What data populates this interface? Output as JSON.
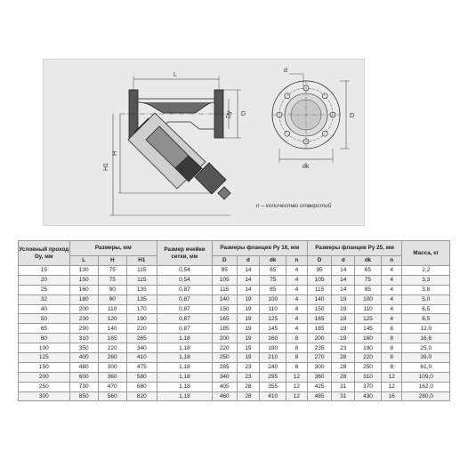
{
  "drawing": {
    "dim_L": "L",
    "dim_H": "H",
    "dim_H1": "H1",
    "dim_D_main": "D",
    "dim_D_y": "Dу",
    "dim_d": "d",
    "dim_D_flange": "D",
    "dim_dk": "dk",
    "note": "n – количество отверстий"
  },
  "table": {
    "headers": {
      "nominal_bore": "Условный проход Dу, мм",
      "dimensions": "Размеры, мм",
      "mesh_cell": "Размер ячейки сетки, мм",
      "flanges_16": "Размеры фланцев Pу 16, мм",
      "flanges_25": "Размеры фланцев Pу 25, мм",
      "mass": "Масса, кг"
    },
    "subheaders": {
      "L": "L",
      "H": "H",
      "H1": "H1",
      "D16": "D",
      "d16": "d",
      "dk16": "dk",
      "n16": "n",
      "D25": "D",
      "d25": "d",
      "dk25": "dk",
      "n25": "n"
    },
    "rows": [
      [
        "15",
        "130",
        "75",
        "115",
        "0,54",
        "95",
        "14",
        "65",
        "4",
        "95",
        "14",
        "65",
        "4",
        "2,2"
      ],
      [
        "20",
        "150",
        "75",
        "115",
        "0,54",
        "105",
        "14",
        "75",
        "4",
        "105",
        "14",
        "75",
        "4",
        "3,3"
      ],
      [
        "25",
        "160",
        "90",
        "135",
        "0,87",
        "115",
        "14",
        "85",
        "4",
        "115",
        "14",
        "85",
        "4",
        "3,8"
      ],
      [
        "32",
        "180",
        "90",
        "135",
        "0,87",
        "140",
        "19",
        "100",
        "4",
        "140",
        "19",
        "100",
        "4",
        "5,0"
      ],
      [
        "40",
        "200",
        "110",
        "170",
        "0,87",
        "150",
        "19",
        "110",
        "4",
        "150",
        "19",
        "110",
        "4",
        "6,5"
      ],
      [
        "50",
        "230",
        "120",
        "190",
        "0,87",
        "165",
        "19",
        "125",
        "4",
        "165",
        "19",
        "125",
        "4",
        "8,5"
      ],
      [
        "65",
        "290",
        "140",
        "220",
        "0,87",
        "185",
        "19",
        "145",
        "4",
        "185",
        "19",
        "145",
        "8",
        "12,0"
      ],
      [
        "80",
        "310",
        "165",
        "265",
        "1,18",
        "200",
        "19",
        "160",
        "8",
        "200",
        "19",
        "160",
        "8",
        "16,6"
      ],
      [
        "100",
        "350",
        "220",
        "340",
        "1,18",
        "220",
        "19",
        "180",
        "8",
        "235",
        "23",
        "190",
        "8",
        "25,0"
      ],
      [
        "125",
        "400",
        "260",
        "410",
        "1,18",
        "250",
        "19",
        "210",
        "8",
        "270",
        "28",
        "220",
        "8",
        "39,0"
      ],
      [
        "150",
        "480",
        "300",
        "475",
        "1,18",
        "285",
        "23",
        "240",
        "8",
        "300",
        "28",
        "250",
        "8",
        "61,0"
      ],
      [
        "200",
        "600",
        "360",
        "580",
        "1,18",
        "340",
        "23",
        "295",
        "12",
        "360",
        "28",
        "310",
        "12",
        "109,0"
      ],
      [
        "250",
        "730",
        "470",
        "680",
        "1,18",
        "405",
        "28",
        "355",
        "12",
        "425",
        "31",
        "370",
        "12",
        "162,0"
      ],
      [
        "300",
        "850",
        "560",
        "820",
        "1,18",
        "460",
        "28",
        "410",
        "12",
        "485",
        "31",
        "430",
        "16",
        "280,0"
      ]
    ]
  }
}
